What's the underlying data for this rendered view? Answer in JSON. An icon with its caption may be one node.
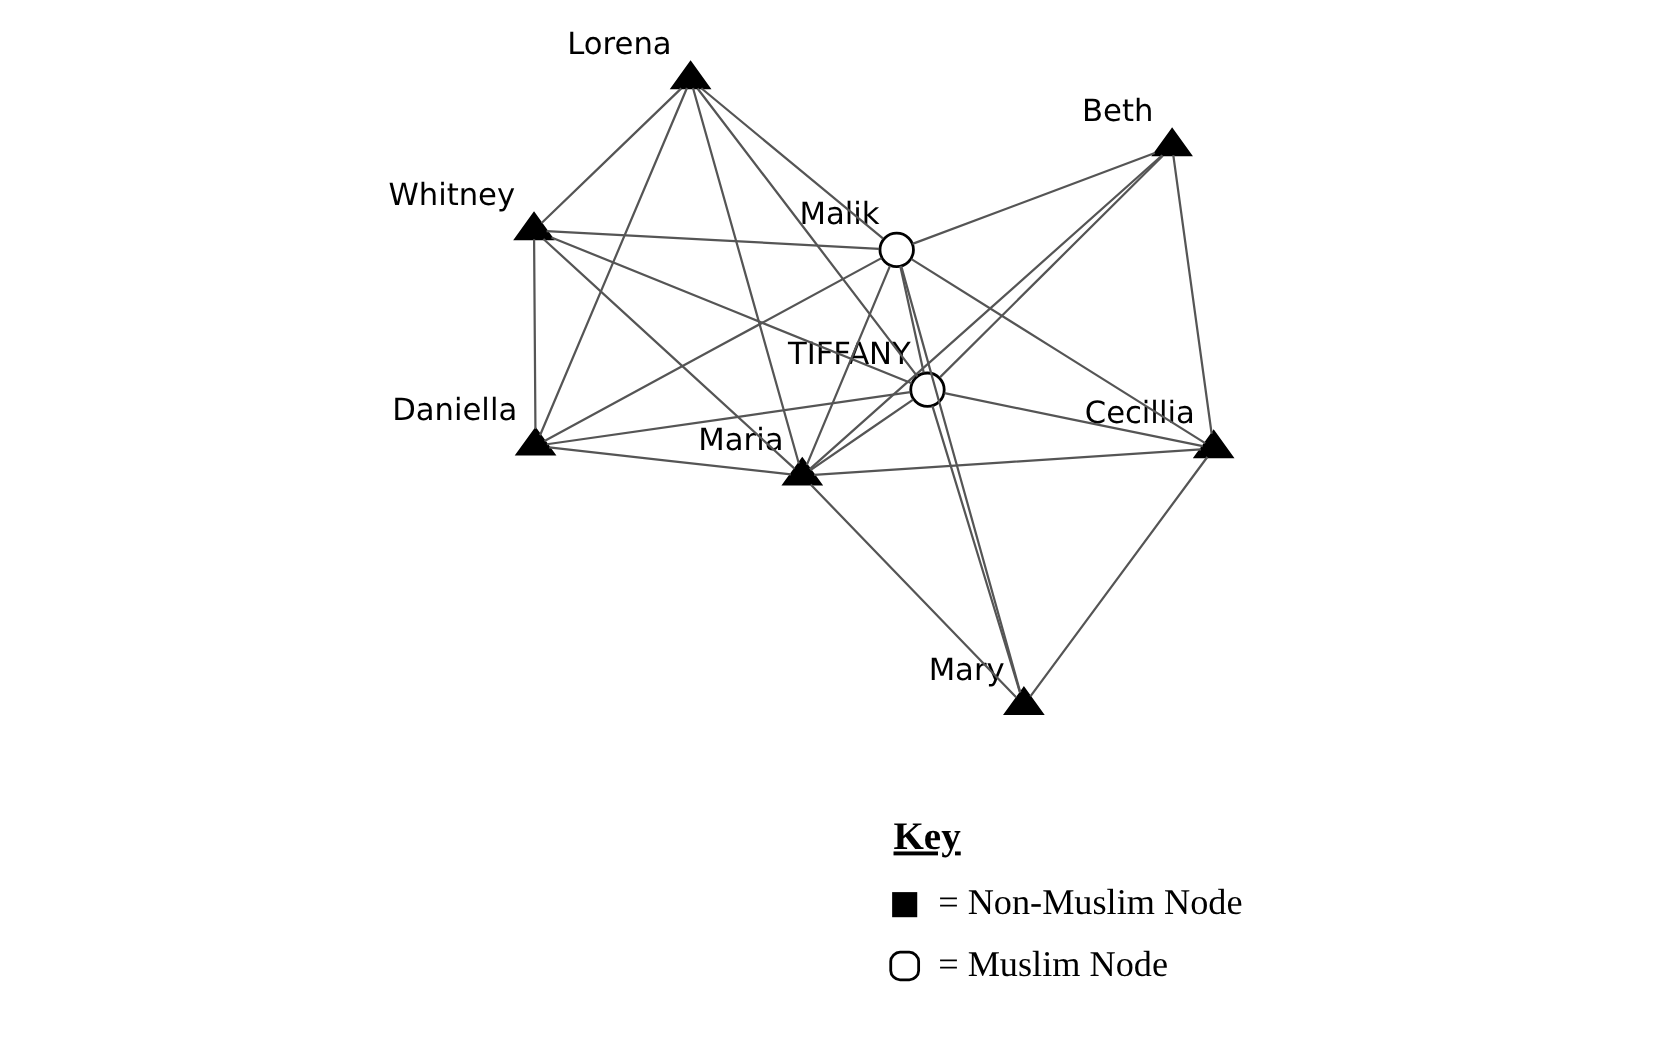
{
  "diagram": {
    "nodes": [
      {
        "text": [
          "Beth"
        ]
      },
      {
        "text": [
          "Maria"
        ]
      },
      {
        "text": [
          "Cecillia"
        ]
      },
      {
        "text": [
          "Daniella"
        ]
      },
      {
        "text": [
          "TIFFANY"
        ]
      },
      {
        "text": [
          "Mary"
        ]
      },
      {
        "text": [
          "Lorena"
        ]
      },
      {
        "text": [
          "Malik"
        ]
      },
      {
        "text": [
          "Whitney"
        ]
      }
    ],
    "edges": [
      {
        "from": 0,
        "to": 1,
        "arrow": "none"
      },
      {
        "from": 0,
        "to": 2,
        "arrow": "none"
      },
      {
        "from": 0,
        "to": 4,
        "arrow": "none"
      },
      {
        "from": 0,
        "to": 7,
        "arrow": "none"
      },
      {
        "from": 1,
        "to": 2,
        "arrow": "none"
      },
      {
        "from": 1,
        "to": 3,
        "arrow": "none"
      },
      {
        "from": 1,
        "to": 4,
        "arrow": "none"
      },
      {
        "from": 1,
        "to": 7,
        "arrow": "none"
      },
      {
        "from": 1,
        "to": 5,
        "arrow": "none"
      },
      {
        "from": 1,
        "to": 6,
        "arrow": "none"
      },
      {
        "from": 1,
        "to": 8,
        "arrow": "none"
      },
      {
        "from": 2,
        "to": 4,
        "arrow": "none"
      },
      {
        "from": 2,
        "to": 7,
        "arrow": "none"
      },
      {
        "from": 2,
        "to": 5,
        "arrow": "none"
      },
      {
        "from": 3,
        "to": 4,
        "arrow": "none"
      },
      {
        "from": 3,
        "to": 7,
        "arrow": "none"
      },
      {
        "from": 3,
        "to": 6,
        "arrow": "none"
      },
      {
        "from": 3,
        "to": 8,
        "arrow": "none"
      },
      {
        "from": 4,
        "to": 5,
        "arrow": "none"
      },
      {
        "from": 4,
        "to": 6,
        "arrow": "none"
      },
      {
        "from": 4,
        "to": 8,
        "arrow": "none"
      },
      {
        "from": 4,
        "to": 7,
        "arrow": "none"
      },
      {
        "from": 7,
        "to": 5,
        "arrow": "none"
      },
      {
        "from": 7,
        "to": 6,
        "arrow": "none"
      },
      {
        "from": 7,
        "to": 8,
        "arrow": "none"
      },
      {
        "from": 6,
        "to": 8,
        "arrow": "none"
      }
    ],
    "labels": [
      "Key"
    ],
    "legend": [
      {
        "text": "= Non-Muslim Node"
      },
      {
        "text": "= Muslim Node"
      }
    ]
  }
}
